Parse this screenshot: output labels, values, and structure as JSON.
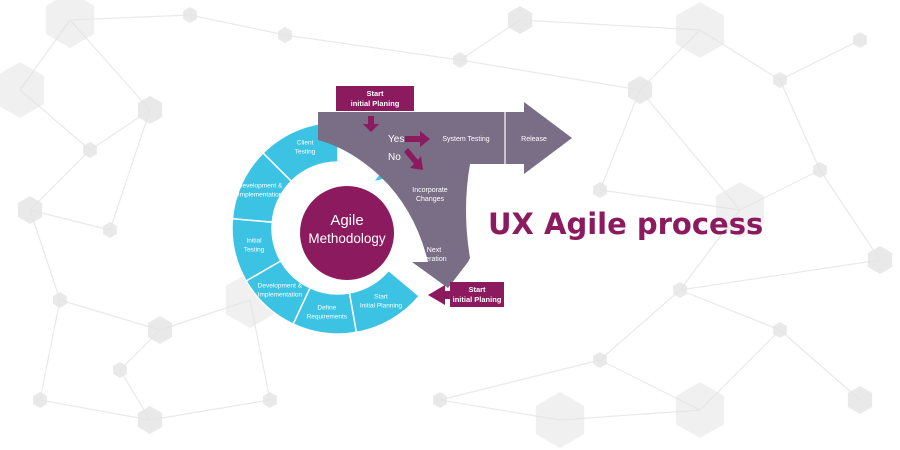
{
  "heading": "UX Agile process",
  "center": {
    "line1": "Agile",
    "line2": "Methodology"
  },
  "cycle_steps": [
    {
      "id": "client-testing",
      "lines": [
        "Client",
        "Testing"
      ]
    },
    {
      "id": "development-implementation-1",
      "lines": [
        "Development &",
        "Implementation"
      ]
    },
    {
      "id": "initial-testing",
      "lines": [
        "Initial",
        "Testing"
      ]
    },
    {
      "id": "development-implementation-2",
      "lines": [
        "Development &",
        "Implementation"
      ]
    },
    {
      "id": "define-requirements",
      "lines": [
        "Define",
        "Requirements"
      ]
    },
    {
      "id": "start-initial-planning",
      "lines": [
        "Start",
        "Initial Planning"
      ]
    }
  ],
  "decision": {
    "yes": "Yes",
    "no": "No"
  },
  "flow_steps": {
    "system_testing": "System Testing",
    "release": "Release",
    "incorporate_changes": [
      "Incorporate",
      "Changes"
    ],
    "next_iteration": [
      "Next",
      "Iteration"
    ]
  },
  "callouts": {
    "top": [
      "Start",
      "initial Planing"
    ],
    "bottom": [
      "Start",
      "initial Planing"
    ]
  },
  "colors": {
    "cyan": "#3cc3e3",
    "gray": "#7a6d86",
    "magenta": "#8b1a5e",
    "network": "#e6e6e6"
  }
}
